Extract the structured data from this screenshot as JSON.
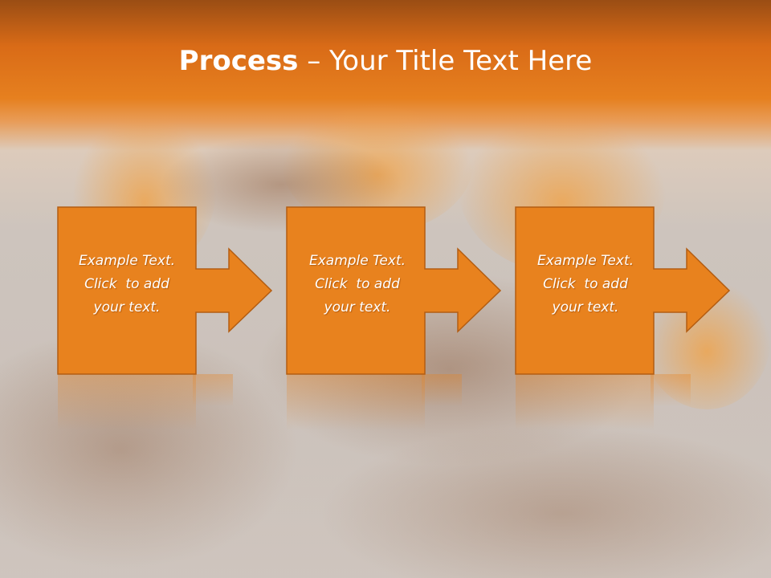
{
  "slide": {
    "title_bold": "Process",
    "title_dash": " – ",
    "title_rest": "Your Title Text Here"
  },
  "steps": [
    {
      "line1": "Example Text.",
      "line2": "Click  to add",
      "line3": "your text."
    },
    {
      "line1": "Example Text.",
      "line2": "Click  to add",
      "line3": "your text."
    },
    {
      "line1": "Example Text.",
      "line2": "Click  to add",
      "line3": "your text."
    }
  ],
  "colors": {
    "header": "#e6801f",
    "box_fill": "#e8821e",
    "box_stroke": "#b35d12",
    "text": "#ffffff"
  }
}
